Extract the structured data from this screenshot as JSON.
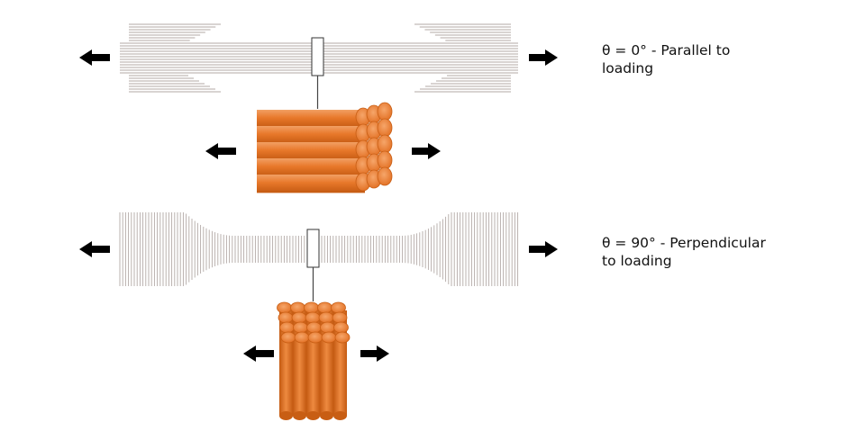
{
  "captions": {
    "parallel": {
      "line1": "θ = 0° - Parallel to",
      "line2": "loading"
    },
    "perpendicular": {
      "line1": "θ = 90° - Perpendicular",
      "line2": "to loading"
    }
  },
  "colors": {
    "fiber": "#e8782a",
    "fiber_dark": "#c85e14",
    "fiber_light": "#f5a060",
    "specimen_line": "#b3aaa6",
    "arrow": "#000000"
  },
  "icons": [
    "arrow-left-icon",
    "arrow-right-icon"
  ]
}
